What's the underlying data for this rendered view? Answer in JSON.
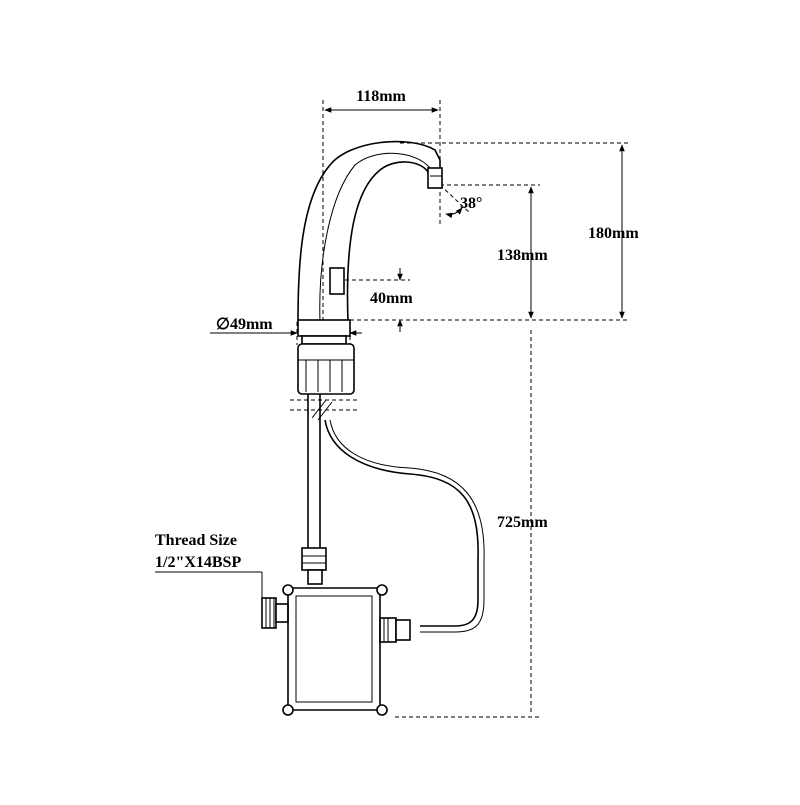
{
  "dimensions": {
    "spout_reach": "118mm",
    "total_height": "180mm",
    "outlet_height": "138mm",
    "sensor_height": "40mm",
    "base_diameter": "∅49mm",
    "hose_length": "725mm",
    "spout_angle": "38°"
  },
  "thread": {
    "title": "Thread Size",
    "spec": "1/2\"X14BSP"
  },
  "colors": {
    "line": "#000000",
    "background": "#ffffff"
  }
}
